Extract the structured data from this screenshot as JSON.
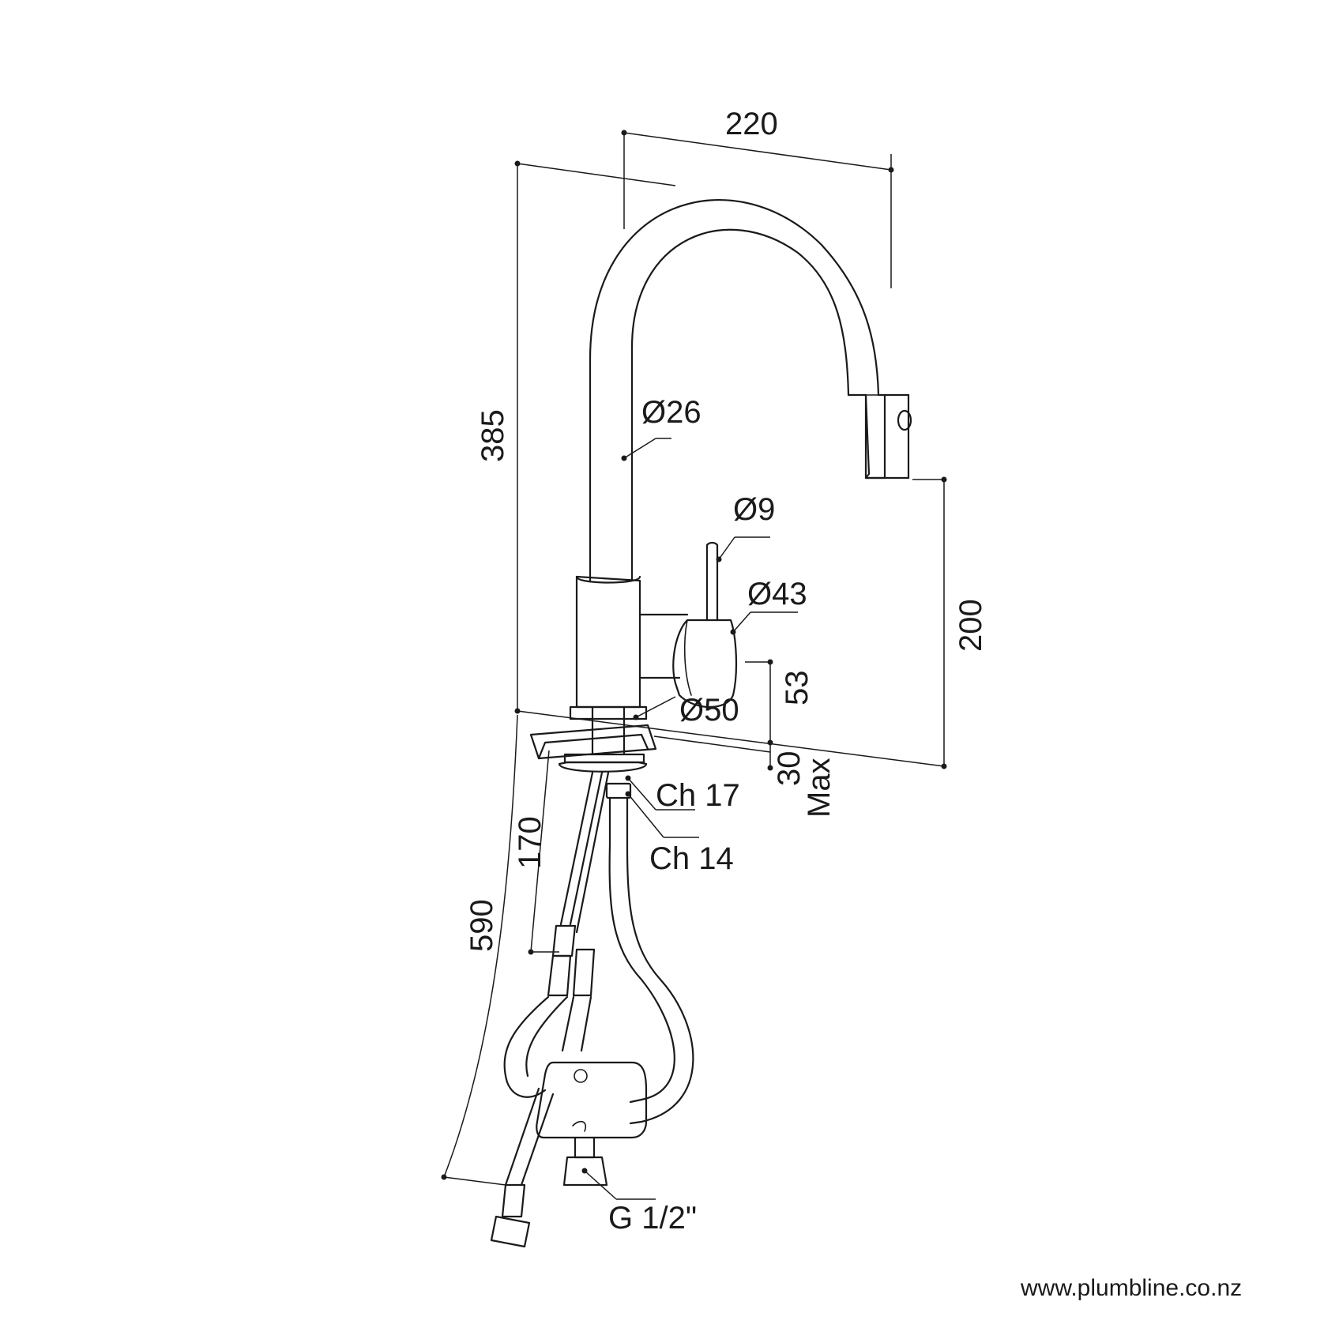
{
  "labels": {
    "width_220": "220",
    "height_385": "385",
    "dia_26": "Ø26",
    "dia_9": "Ø9",
    "dia_43": "Ø43",
    "dim_53": "53",
    "dim_200": "200",
    "dia_50": "Ø50",
    "dim_30": "30",
    "max": "Max",
    "ch_17": "Ch 17",
    "ch_14": "Ch 14",
    "dim_170": "170",
    "dim_590": "590",
    "thread": "G 1/2\""
  },
  "footer": {
    "url": "www.plumbline.co.nz"
  }
}
